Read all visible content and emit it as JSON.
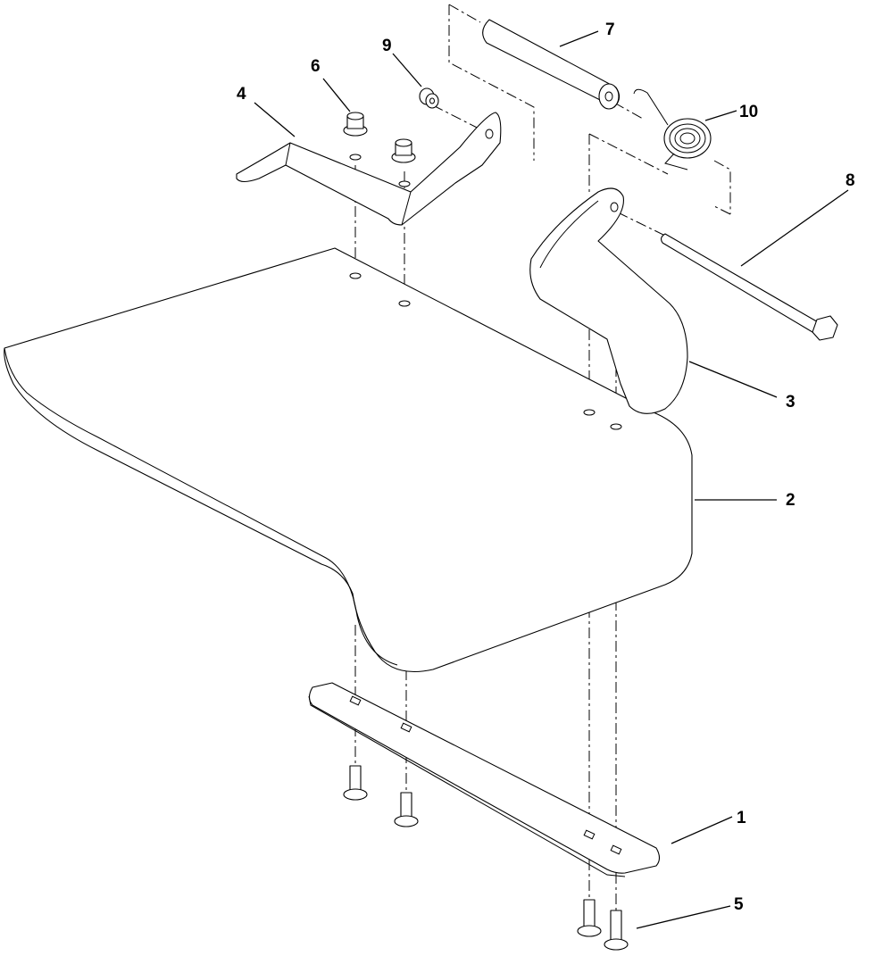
{
  "callouts": [
    {
      "id": "c1",
      "label": "1"
    },
    {
      "id": "c2",
      "label": "2"
    },
    {
      "id": "c3",
      "label": "3"
    },
    {
      "id": "c4",
      "label": "4"
    },
    {
      "id": "c5",
      "label": "5"
    },
    {
      "id": "c6",
      "label": "6"
    },
    {
      "id": "c7",
      "label": "7"
    },
    {
      "id": "c8",
      "label": "8"
    },
    {
      "id": "c9",
      "label": "9"
    },
    {
      "id": "c10",
      "label": "10"
    }
  ],
  "colors": {
    "line": "#000000",
    "background": "#ffffff"
  }
}
